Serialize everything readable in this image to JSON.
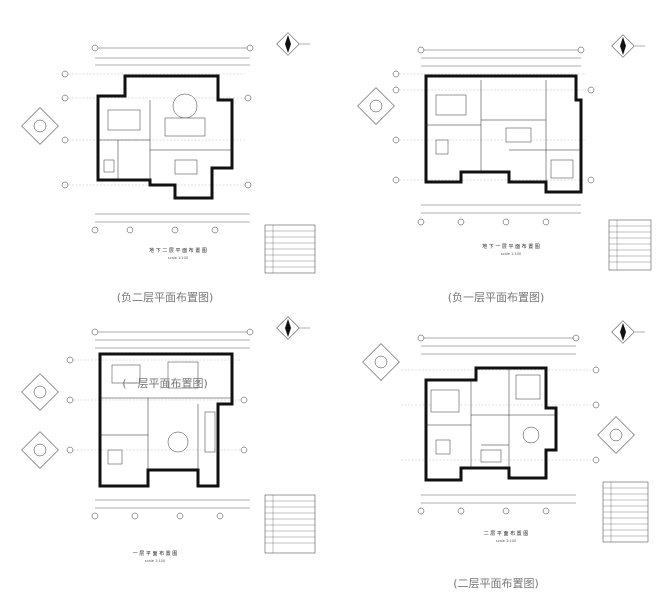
{
  "panels": [
    {
      "id": "b2",
      "caption": "(负二层平面布置图)",
      "title": "地 下 二 层 平 面 布 置 图",
      "scale": "scale 1:100"
    },
    {
      "id": "b1",
      "caption": "(负一层平面布置图)",
      "title": "地 下 一 层 平 面 布 置 图",
      "scale": "scale 1:100"
    },
    {
      "id": "f1",
      "caption": "(一层平面布置图)",
      "title": "一 层 平 面 布 置 图",
      "scale": "scale 1:100"
    },
    {
      "id": "f2",
      "caption": "(二层平面布置图)",
      "title": "二 层 平 面 布 置 图",
      "scale": "scale 1:100"
    }
  ]
}
